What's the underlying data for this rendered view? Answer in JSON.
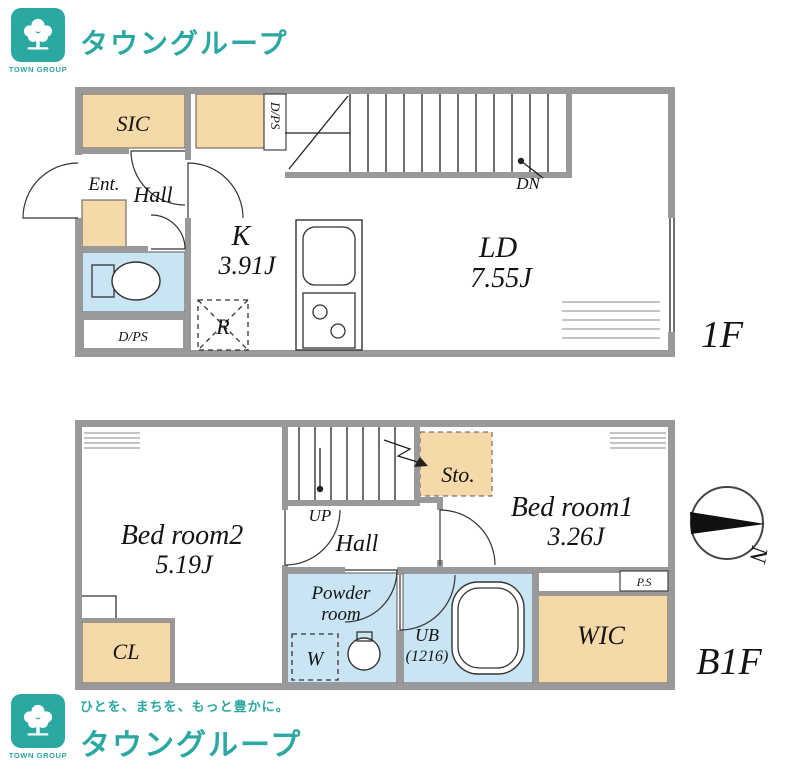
{
  "brand": {
    "name_en": "TOWN GROUP",
    "name_jp": "タウングループ",
    "tagline": "ひとを、まちを、もっと豊かに。",
    "teal": "#2BA8A2"
  },
  "palette": {
    "wall_gray": "#999999",
    "room_beige": "#F6D9A8",
    "room_blue": "#C9E5F4",
    "line_dark": "#222222"
  },
  "floor_1f": {
    "floor_label": "1F",
    "sic_label": "SIC",
    "dps_top_label": "D/PS",
    "entrance_label": "Ent.",
    "hall_label": "Hall",
    "kitchen_label": "K",
    "kitchen_size": "3.91J",
    "living_dining_label": "LD",
    "living_dining_size": "7.55J",
    "refrigerator_label": "R",
    "dps_bottom_label": "D/PS",
    "stairs_down_label": "DN"
  },
  "floor_b1f": {
    "floor_label": "B1F",
    "bedroom2_label": "Bed room2",
    "bedroom2_size": "5.19J",
    "bedroom1_label": "Bed room1",
    "bedroom1_size": "3.26J",
    "hall_label": "Hall",
    "stairs_up_label": "UP",
    "storage_label": "Sto.",
    "powder_room_line1": "Powder",
    "powder_room_line2": "room",
    "washer_label": "W",
    "unit_bath_line1": "UB",
    "unit_bath_line2": "(1216)",
    "wic_label": "WIC",
    "closet_label": "CL",
    "pipe_space_label": "P.S",
    "north_label": "N"
  }
}
